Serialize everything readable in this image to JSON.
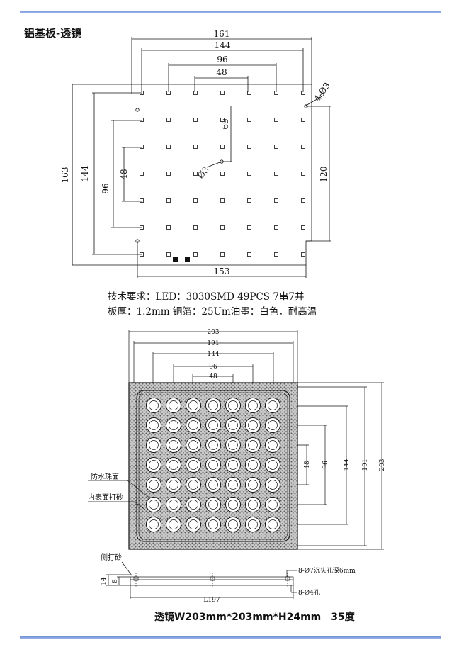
{
  "title": "铝基板-透镜",
  "board_dimensions": {
    "width": "161",
    "span_144": "144",
    "span_96": "96",
    "span_48": "48",
    "height": "163",
    "v_144": "144",
    "v_96": "96",
    "v_48": "48",
    "hole_offset": "69",
    "right_120": "120",
    "bottom_153": "153",
    "hole_center": "Ø3",
    "hole_corner": "4-Ø3"
  },
  "specs": {
    "line1": "技术要求：LED：3030SMD 49PCS 7串7并",
    "line2": "板厚：1.2mm 铜箔：25Um油墨：白色，耐高温"
  },
  "lens_dimensions": {
    "d203": "203",
    "d191": "191",
    "d144": "144",
    "d96": "96",
    "d48": "48",
    "r48": "48",
    "r96": "96",
    "r144": "144",
    "r191": "191",
    "r203": "203"
  },
  "lens_labels": {
    "waterproof": "防水珠面",
    "inner_sand": "内表面打砂",
    "side_sand": "侧打砂"
  },
  "side_view": {
    "h14": "14",
    "h8": "8",
    "length": "L197",
    "counterbore": "8-Ø7沉头孔深6mm",
    "holes": "8-Ø4孔"
  },
  "caption": "透镜W203mm*203mm*H24mm　35度",
  "colors": {
    "rule": "#7a97dc",
    "line": "#111111"
  }
}
